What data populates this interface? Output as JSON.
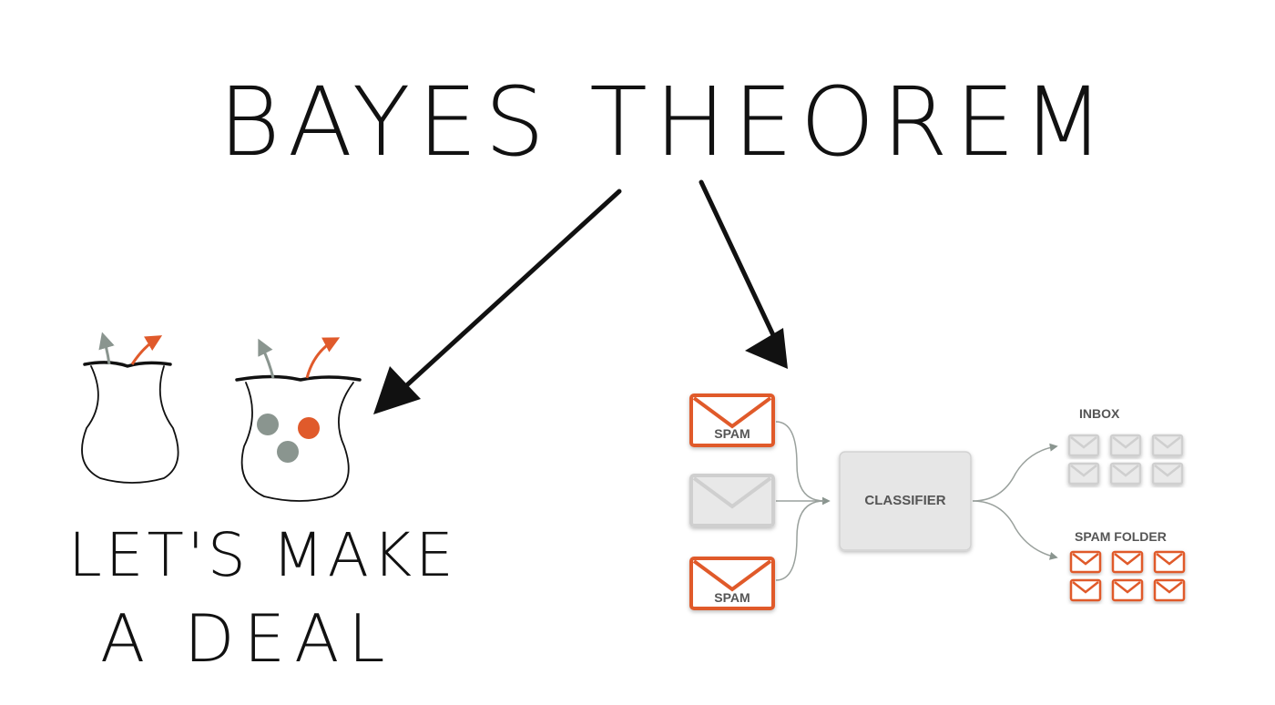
{
  "title": "BAYES THEOREM",
  "left": {
    "caption_line1": "LET'S MAKE",
    "caption_line2": "A DEAL"
  },
  "right": {
    "email_badges": [
      "SPAM",
      "SPAM"
    ],
    "classifier_label": "CLASSIFIER",
    "inbox_label": "INBOX",
    "spam_folder_label": "SPAM FOLDER"
  },
  "colors": {
    "ink": "#111111",
    "accent": "#e05a2b",
    "gray": "#8a958f",
    "box_gray": "#e6e6e6",
    "email_gray": "#cfcfcf"
  },
  "icons": [
    "arrow-icon",
    "urn-icon",
    "envelope-icon"
  ]
}
